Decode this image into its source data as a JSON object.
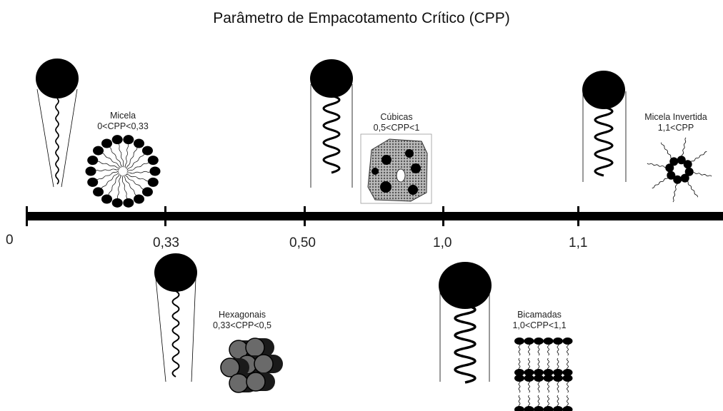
{
  "title": "Parâmetro de Empacotamento Crítico (CPP)",
  "ticks": [
    "0",
    "0,33",
    "0,50",
    "1,0",
    "1,1"
  ],
  "phases": [
    {
      "name": "Micela",
      "range": "0<CPP<0,33"
    },
    {
      "name": "Cúbicas",
      "range": "0,5<CPP<1"
    },
    {
      "name": "Micela Invertida",
      "range": "1,1<CPP"
    },
    {
      "name": "Hexagonais",
      "range": "0,33<CPP<0,5"
    },
    {
      "name": "Bicamadas",
      "range": "1,0<CPP<1,1"
    }
  ]
}
